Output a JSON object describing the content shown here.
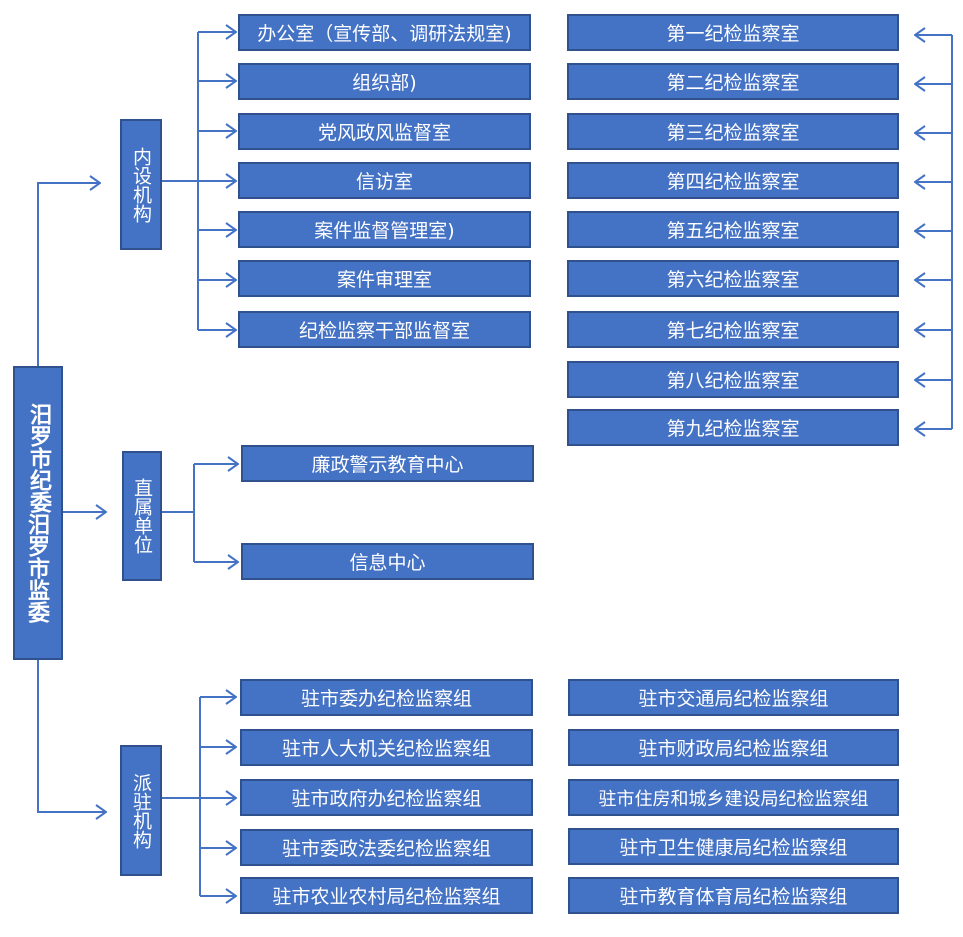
{
  "root": {
    "line1": "汨罗市纪委",
    "line2": "汨罗市监委"
  },
  "branches": {
    "internal": {
      "label": "内设机构",
      "items": [
        "办公室（宣传部、调研法规室)",
        "组织部)",
        "党风政风监督室",
        "信访室",
        "案件监督管理室)",
        "案件审理室",
        "纪检监察干部监督室"
      ],
      "supervision_rooms": [
        "第一纪检监察室",
        "第二纪检监察室",
        "第三纪检监察室",
        "第四纪检监察室",
        "第五纪检监察室",
        "第六纪检监察室",
        "第七纪检监察室",
        "第八纪检监察室",
        "第九纪检监察室"
      ]
    },
    "direct": {
      "label": "直属单位",
      "items": [
        "廉政警示教育中心",
        "信息中心"
      ]
    },
    "stationed": {
      "label": "派驻机构",
      "items_left": [
        "驻市委办纪检监察组",
        "驻市人大机关纪检监察组",
        "驻市政府办纪检监察组",
        "驻市委政法委纪检监察组",
        "驻市农业农村局纪检监察组"
      ],
      "items_right": [
        "驻市交通局纪检监察组",
        "驻市财政局纪检监察组",
        "驻市住房和城乡建设局纪检监察组",
        "驻市卫生健康局纪检监察组",
        "驻市教育体育局纪检监察组"
      ]
    }
  },
  "colors": {
    "box_fill": "#4472c4",
    "box_border": "#2f528f",
    "connector": "#4472c4",
    "text": "#ffffff"
  }
}
